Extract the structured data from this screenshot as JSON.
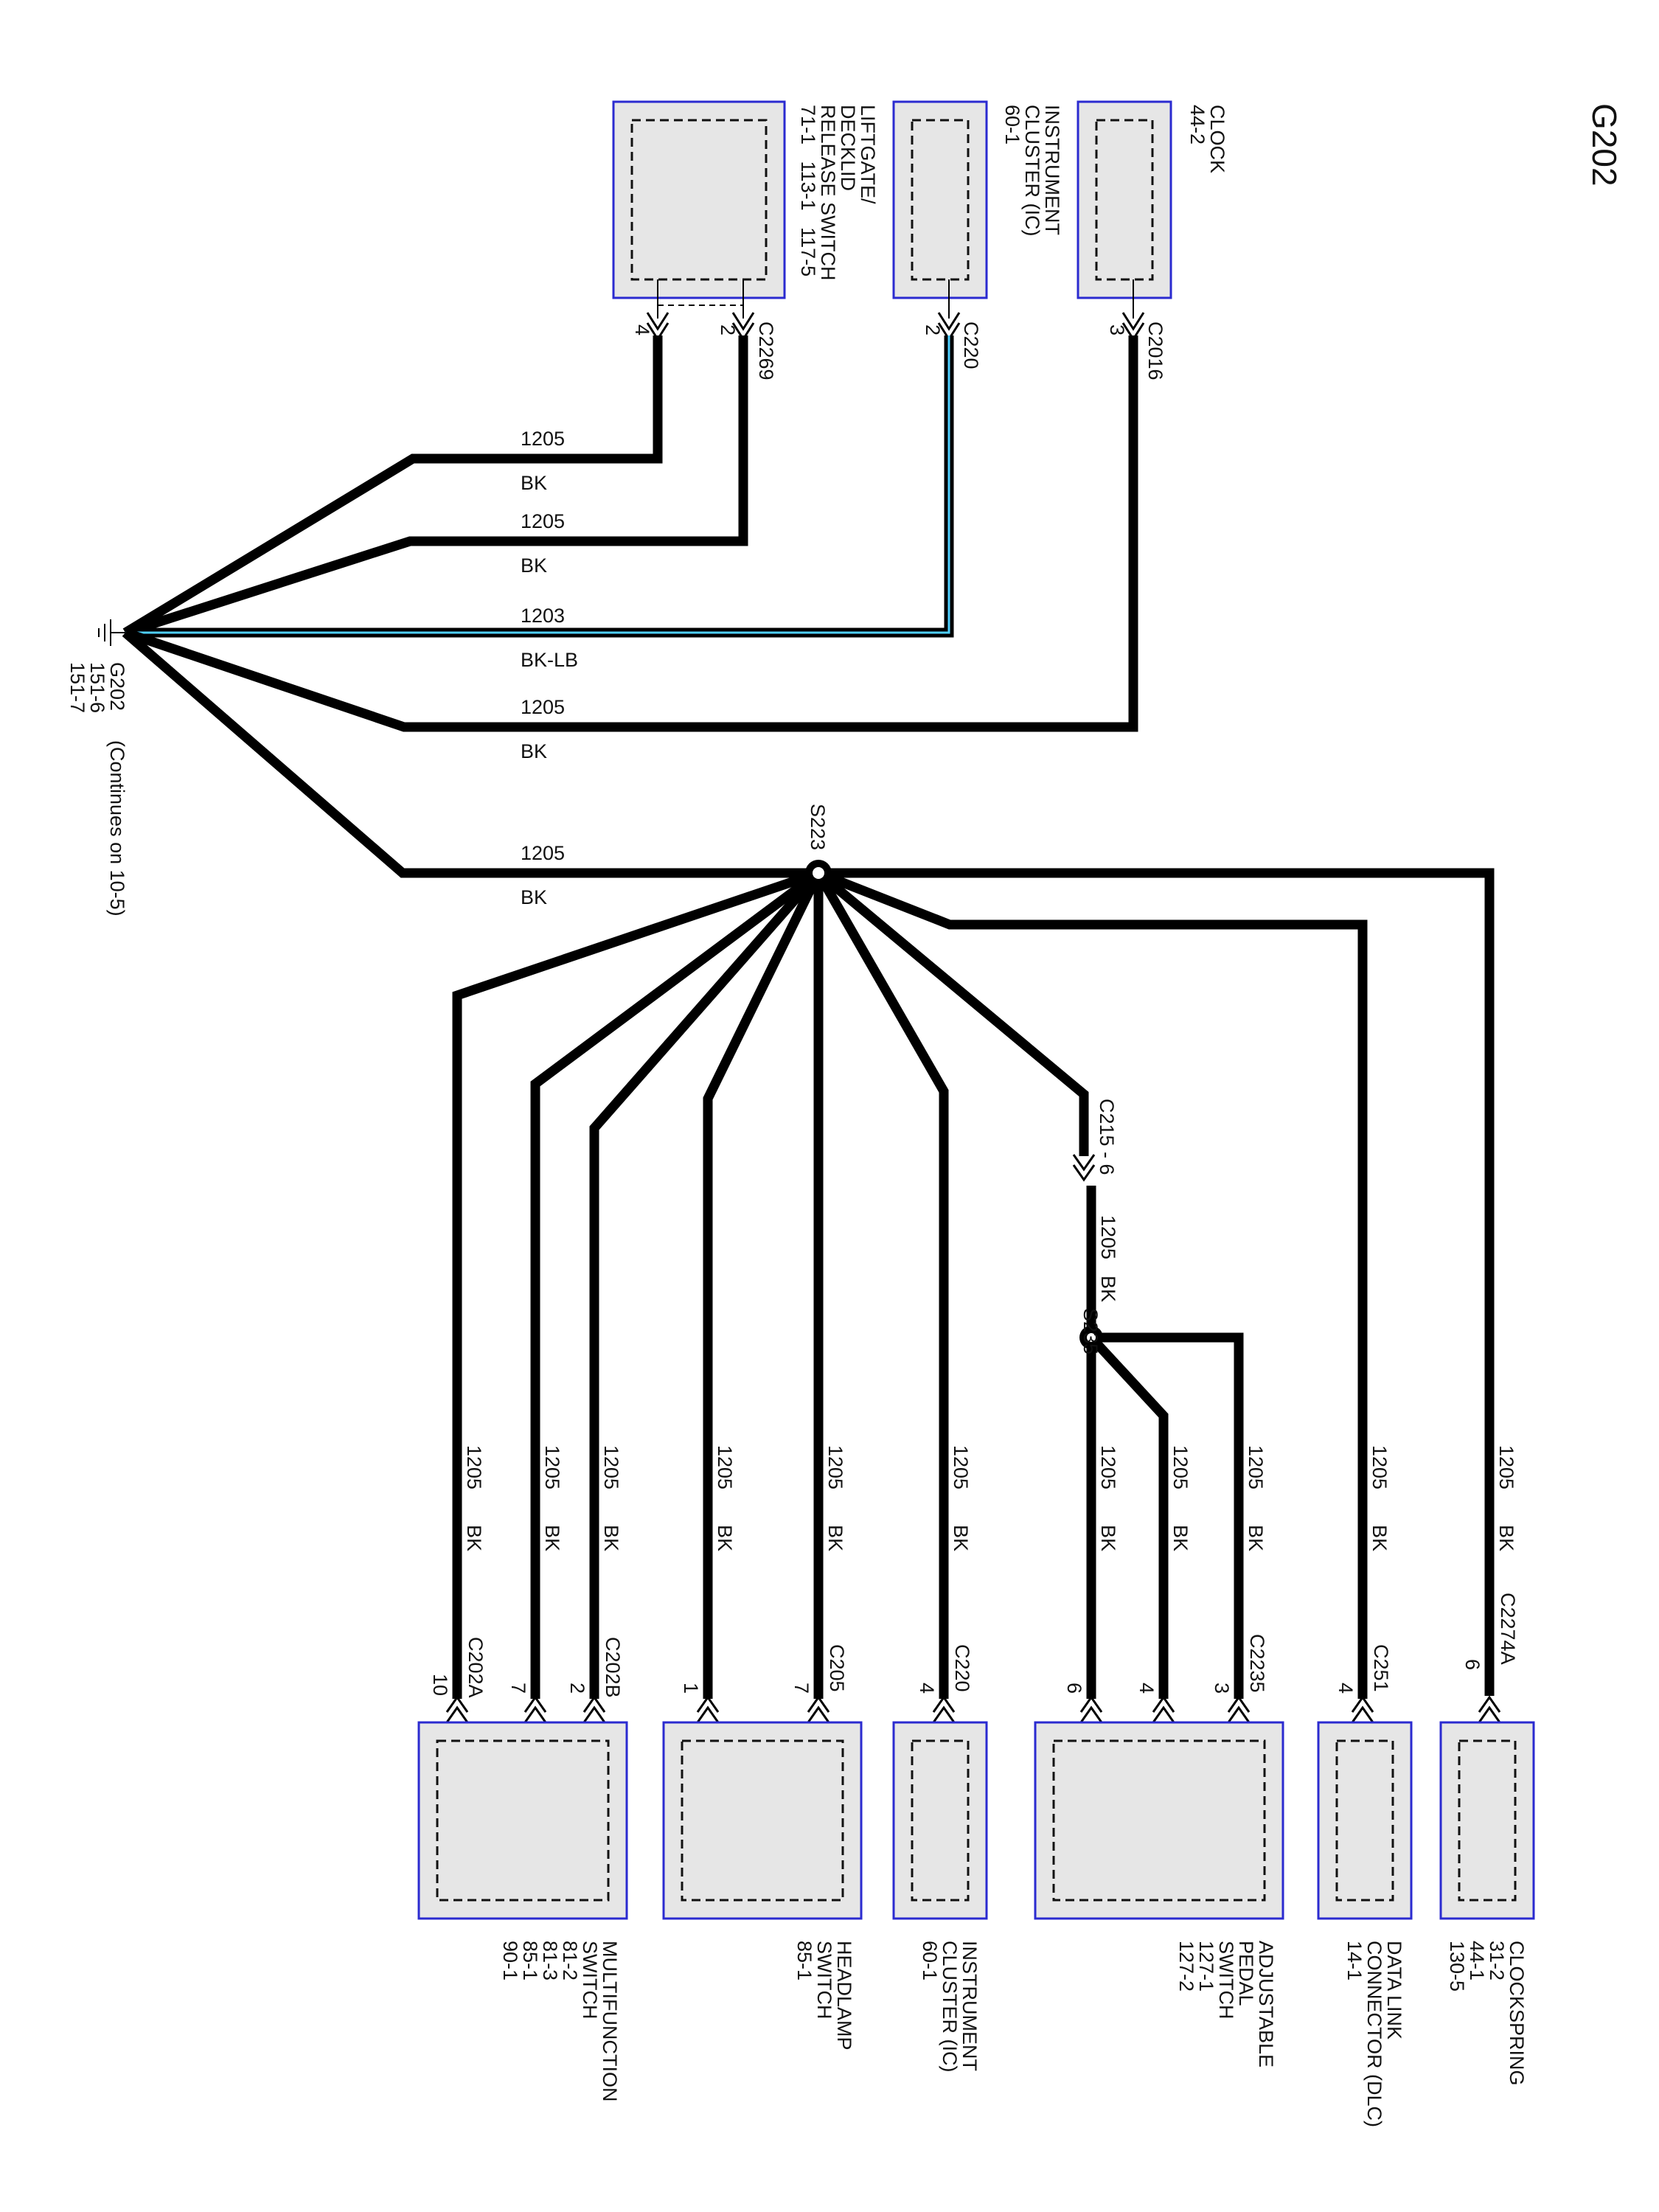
{
  "title": "G202",
  "ground": {
    "name": "G202",
    "refs": [
      "151-6",
      "151-7"
    ],
    "note": "(Continues on 10-5)"
  },
  "splices": [
    {
      "name": "S223"
    },
    {
      "name": "S235"
    }
  ],
  "top_components": [
    {
      "lines": [
        "LIFTGATE/",
        "DECKLID",
        "RELEASE SWITCH",
        "71-1   113-1   117-5"
      ],
      "connector": "C2269",
      "pins": [
        "4",
        "2"
      ]
    },
    {
      "lines": [
        "INSTRUMENT",
        "CLUSTER (IC)",
        "60-1"
      ],
      "connector": "C220",
      "pins": [
        "2"
      ]
    },
    {
      "lines": [
        "CLOCK",
        "44-2"
      ],
      "connector": "C2016",
      "pins": [
        "3"
      ]
    }
  ],
  "bottom_components": [
    {
      "lines": [
        "MULTIFUNCTION",
        "SWITCH",
        "81-2",
        "81-3",
        "85-1",
        "90-1"
      ],
      "connectors": [
        "C202A",
        "C202B"
      ],
      "pins": [
        "10",
        "7",
        "2"
      ]
    },
    {
      "lines": [
        "HEADLAMP",
        "SWITCH",
        "85-1"
      ],
      "connector": "C205",
      "pins": [
        "1",
        "7"
      ]
    },
    {
      "lines": [
        "INSTRUMENT",
        "CLUSTER (IC)",
        "60-1"
      ],
      "connector": "C220",
      "pins": [
        "4"
      ]
    },
    {
      "lines": [
        "ADJUSTABLE",
        "PEDAL",
        "SWITCH",
        "127-1",
        "127-2"
      ],
      "connector": "C2235",
      "pins": [
        "6",
        "4",
        "3"
      ]
    },
    {
      "lines": [
        "DATA LINK",
        "CONNECTOR (DLC)",
        "14-1"
      ],
      "connector": "C251",
      "pins": [
        "4"
      ]
    },
    {
      "lines": [
        "CLOCKSPRING",
        "31-2",
        "44-1",
        "130-5"
      ],
      "connector": "C2274A",
      "pins": [
        "6"
      ]
    }
  ],
  "inline_connector": "C215 - 6",
  "wire_circuit": "1205",
  "wire_color": "BK",
  "ic_wire_circuit": "1203",
  "ic_wire_color": "BK-LB"
}
